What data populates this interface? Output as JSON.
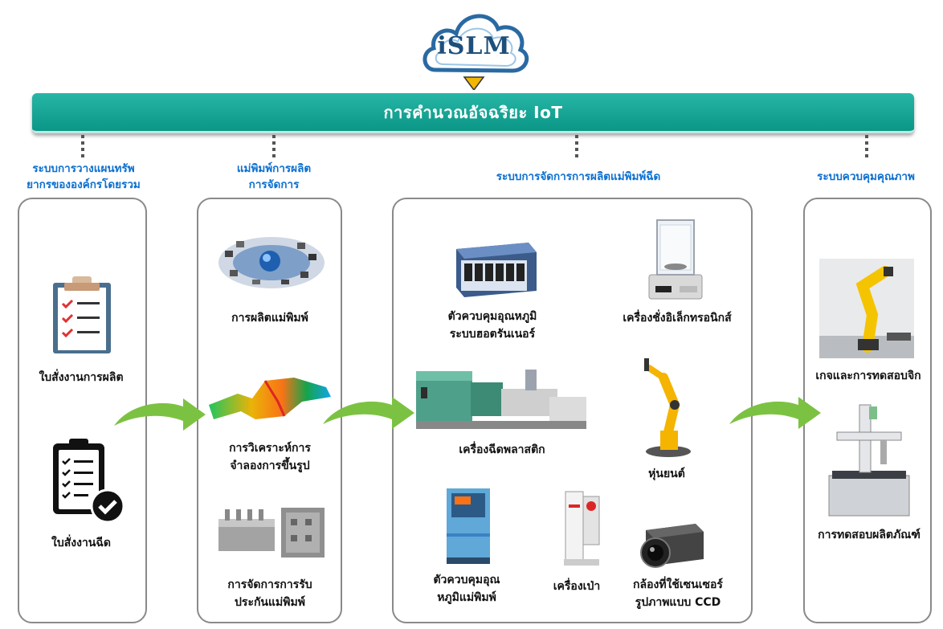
{
  "logo": {
    "text": "iSLM"
  },
  "iot_bar": {
    "title": "การคำนวณอัจฉริยะ IoT"
  },
  "columns": [
    {
      "title_line1": "ระบบการวางแผนทรัพ",
      "title_line2": "ยากรขององค์กรโดยรวม",
      "items": [
        "ใบสั่งงานการผลิต",
        "ใบสั่งงานฉีด"
      ]
    },
    {
      "title_line1": "แม่พิมพ์การผลิต",
      "title_line2": "การจัดการ",
      "items": [
        "การผลิตแม่พิมพ์",
        "การวิเคราะห์การ",
        "จำลองการขึ้นรูป",
        "การจัดการการรับ",
        "ประกันแม่พิมพ์"
      ]
    },
    {
      "title_line1": "ระบบการจัดการการผลิตแม่พิมพ์ฉีด",
      "items": [
        "ตัวควบคุมอุณหภูมิ",
        "ระบบฮอตรันเนอร์",
        "เครื่องชั่งอิเล็กทรอนิกส์",
        "เครื่องฉีดพลาสติก",
        "หุ่นยนต์",
        "ตัวควบคุมอุณ",
        "หภูมิแม่พิมพ์",
        "เครื่องเป่า",
        "กล้องที่ใช้เซนเซอร์",
        "รูปภาพแบบ CCD"
      ]
    },
    {
      "title_line1": "ระบบควบคุมคุณภาพ",
      "items": [
        "เกจและการทดสอบจิก",
        "การทดสอบผลิตภัณฑ์"
      ]
    }
  ],
  "colors": {
    "accent": "#0b9686",
    "title_blue": "#0b6fd0",
    "arrow_green": "#7cc242",
    "panel_border": "#8a8a8a"
  }
}
